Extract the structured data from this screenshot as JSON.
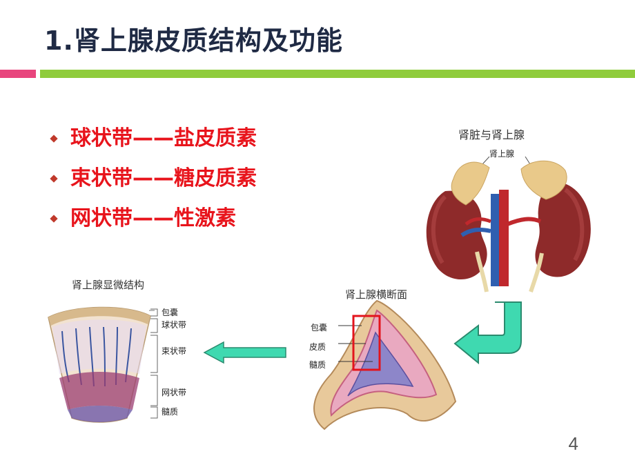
{
  "slide": {
    "title": "1.肾上腺皮质结构及功能",
    "page_number": "4"
  },
  "bullets": [
    {
      "text": "球状带——盐皮质素"
    },
    {
      "text": "束状带——糖皮质素"
    },
    {
      "text": "网状带——性激素"
    }
  ],
  "figures": {
    "kidney": {
      "title": "肾脏与肾上腺",
      "callout": "肾上腺"
    },
    "cross_section": {
      "title": "肾上腺横断面",
      "labels": [
        "包囊",
        "皮质",
        "髓质"
      ]
    },
    "micro": {
      "title": "肾上腺显微结构",
      "labels": [
        "包囊",
        "球状带",
        "束状带",
        "网状带",
        "髓质"
      ]
    }
  },
  "colors": {
    "title": "#1f2a44",
    "bullet_text": "#e8141c",
    "rule_left": "#e8457d",
    "rule_right": "#8fcc3c",
    "arrow_fill": "#3fd9b0",
    "highlight_box": "#e3141c"
  }
}
